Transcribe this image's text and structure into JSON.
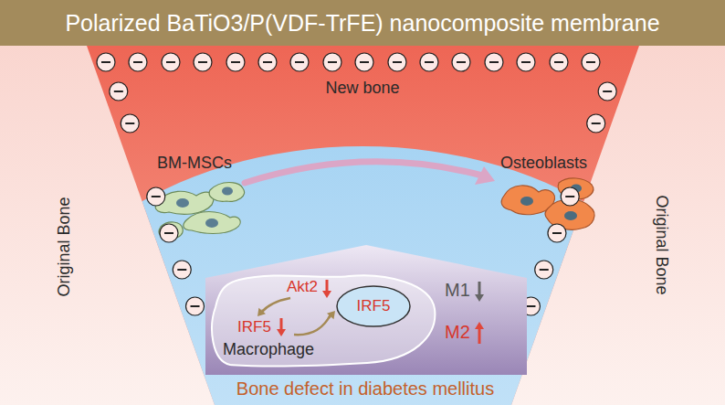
{
  "diagram": {
    "nodes": [
      {
        "text": [
          "Polarized BaTiO3/P(VDF-TrFE) nanocomposite membrane"
        ]
      },
      {
        "text": [
          "M1",
          "M2"
        ]
      },
      {
        "text": [
          "Akt2",
          "IRF5",
          "Macrophage"
        ],
        "in": 1
      },
      {
        "text": [
          "IRF5"
        ],
        "in": 2
      }
    ],
    "labels": [
      "New bone",
      "BM-MSCs",
      "Osteoblasts",
      "Original Bone",
      "Original Bone",
      "Bone defect in diabetes mellitus"
    ]
  }
}
